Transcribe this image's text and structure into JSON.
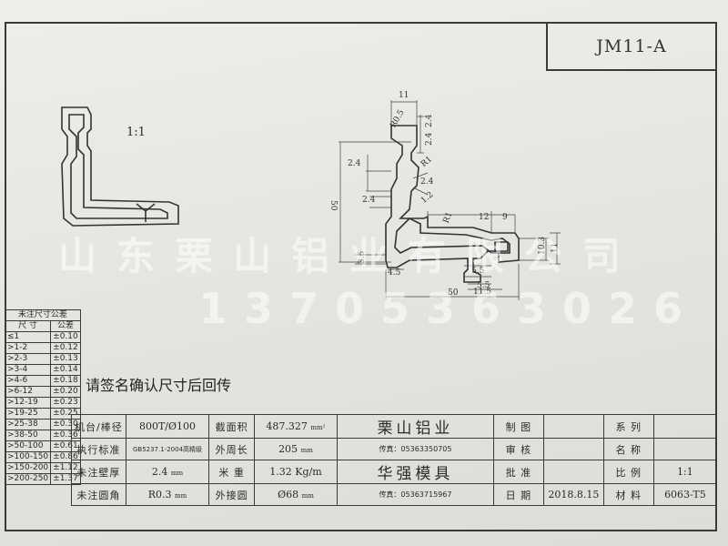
{
  "drawing": {
    "code": "JM11-A",
    "scale_text": "1:1",
    "note": "请签名确认尺寸后回传",
    "watermark_line1": "山东栗山铝业有限公司",
    "watermark_line2": "13705363026"
  },
  "dimensions": {
    "d11": "11",
    "r05": "R0.5",
    "d24a": "2.4",
    "d24b": "2.4",
    "r1": "R1",
    "d24c": "2.4",
    "d50v": "50",
    "d24d": "2.4",
    "d12a": "1.2",
    "d12b": "12",
    "d9": "9",
    "r1b": "R1",
    "d103": "10.3",
    "d11b": "11",
    "d55": "5.5",
    "d45": "4.5",
    "d35": "3.5",
    "d55b": "5.5",
    "d115": "11.5",
    "d50h": "50"
  },
  "tolerance": {
    "title": "未注尺寸公差",
    "col_size": "尺 寸",
    "col_tol": "公差",
    "rows": [
      {
        "size": "≤1",
        "tol": "±0.10"
      },
      {
        "size": ">1-2",
        "tol": "±0.12"
      },
      {
        "size": ">2-3",
        "tol": "±0.13"
      },
      {
        "size": ">3-4",
        "tol": "±0.14"
      },
      {
        "size": ">4-6",
        "tol": "±0.18"
      },
      {
        "size": ">6-12",
        "tol": "±0.20"
      },
      {
        "size": ">12-19",
        "tol": "±0.23"
      },
      {
        "size": ">19-25",
        "tol": "±0.25"
      },
      {
        "size": ">25-38",
        "tol": "±0.30"
      },
      {
        "size": ">38-50",
        "tol": "±0.36"
      },
      {
        "size": ">50-100",
        "tol": "±0.61"
      },
      {
        "size": ">100-150",
        "tol": "±0.86"
      },
      {
        "size": ">150-200",
        "tol": "±1.12"
      },
      {
        "size": ">200-250",
        "tol": "±1.37"
      }
    ]
  },
  "title_block": {
    "machine_label": "机台/棒径",
    "machine_value": "800T/Ø100",
    "standard_label": "执行标准",
    "standard_value": "GB5237.1-2004高精级",
    "wall_label": "未注壁厚",
    "wall_value": "2.4",
    "wall_unit": "mm",
    "radius_label": "未注圆角",
    "radius_value": "R0.3",
    "radius_unit": "mm",
    "area_label": "截面积",
    "area_value": "487.327",
    "area_unit": "mm²",
    "perimeter_label": "外周长",
    "perimeter_value": "205",
    "perimeter_unit": "mm",
    "weight_label": "米 重",
    "weight_value": "1.32 Kg/m",
    "circle_label": "外接圆",
    "circle_value": "Ø68",
    "circle_unit": "mm",
    "company1": "栗山铝业",
    "fax1": "传真：05363350705",
    "company2": "华强模具",
    "fax2": "传真：05363715967",
    "drafter_label": "制 图",
    "review_label": "审 核",
    "approve_label": "批 准",
    "date_label": "日 期",
    "date_value": "2018.8.15",
    "series_label": "系 列",
    "name_label": "名 称",
    "ratio_label": "比 例",
    "ratio_value": "1:1",
    "material_label": "材 料",
    "material_value": "6063-T5"
  }
}
